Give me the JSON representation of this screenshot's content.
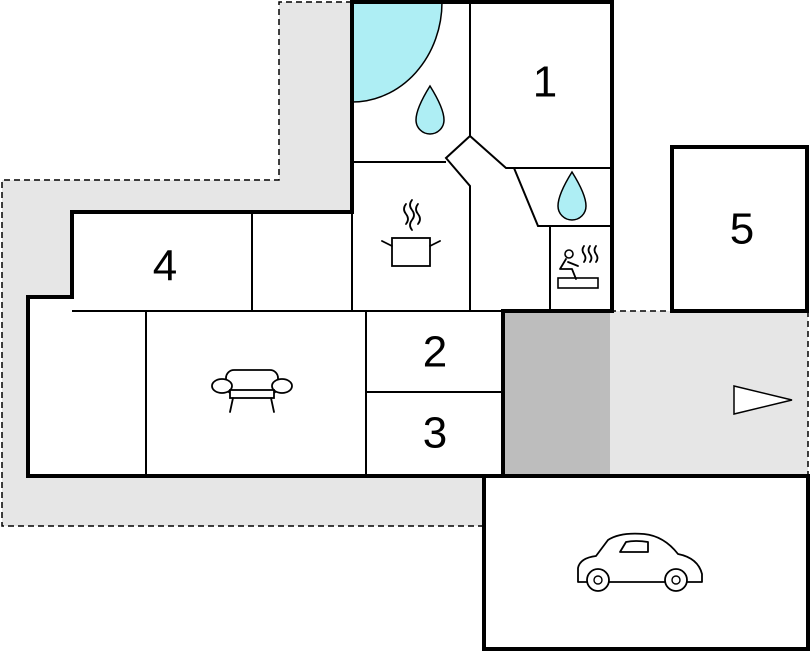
{
  "floorplan": {
    "room_labels": [
      "1",
      "2",
      "3",
      "4",
      "5"
    ],
    "colors": {
      "terrace": "#e6e6e6",
      "covered_area": "#bdbdbd",
      "water": "#aeeef4",
      "wall": "#000000",
      "floor": "#ffffff"
    },
    "icons": [
      "pool-icon",
      "water-drop-icon",
      "cooking-pot-icon",
      "sauna-icon",
      "sofa-icon",
      "car-icon",
      "entrance-arrow-icon"
    ]
  }
}
